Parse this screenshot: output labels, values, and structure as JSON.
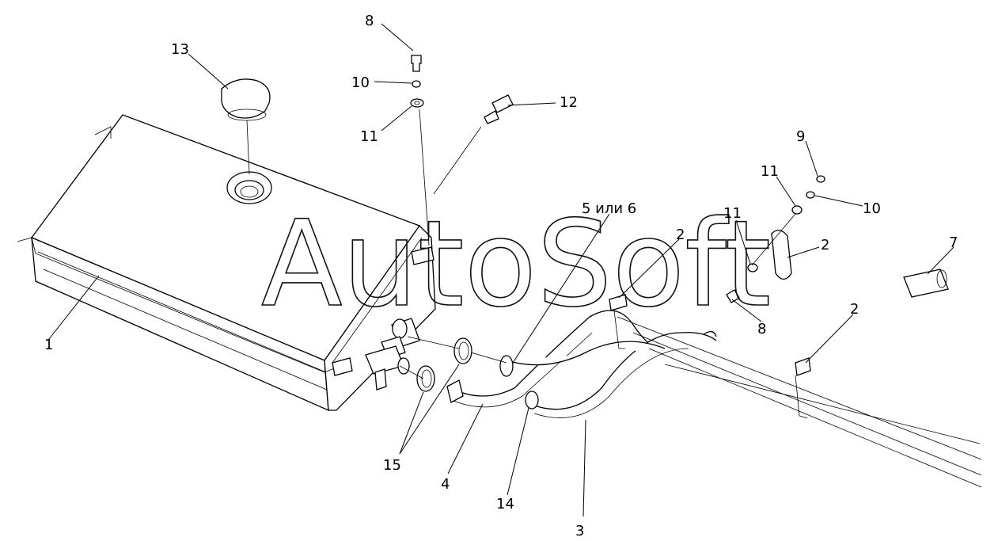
{
  "watermark": "AutoSoft",
  "callouts": {
    "c1": "1",
    "c2a": "2",
    "c2b": "2",
    "c2c": "2",
    "c3": "3",
    "c4": "4",
    "c5": "5 или 6",
    "c7": "7",
    "c8a": "8",
    "c8b": "8",
    "c9": "9",
    "c10a": "10",
    "c10b": "10",
    "c11a": "11",
    "c11b": "11",
    "c11c": "11",
    "c12": "12",
    "c13": "13",
    "c14": "14",
    "c15": "15"
  }
}
